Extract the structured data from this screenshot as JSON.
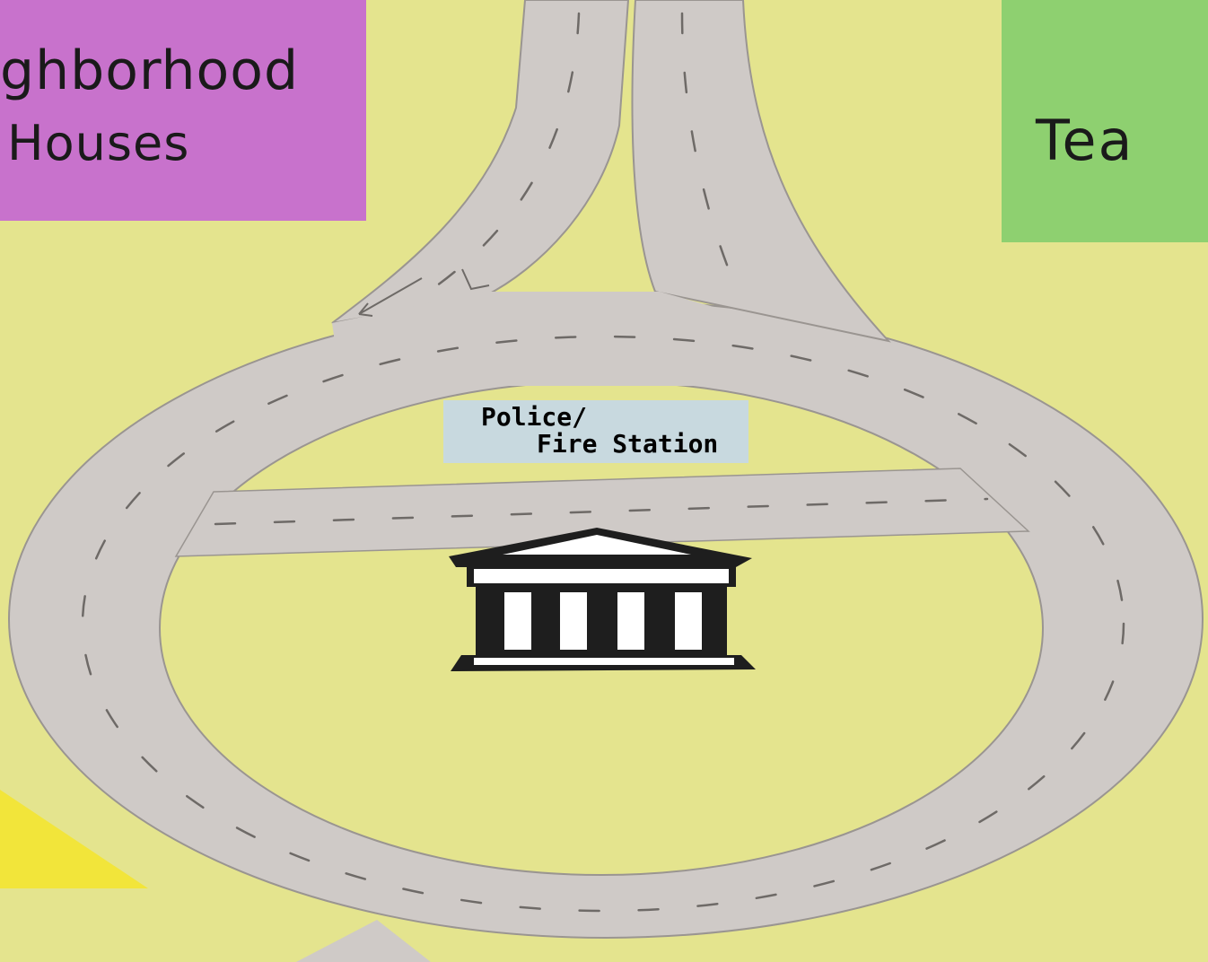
{
  "labels": {
    "neighborhood_line1": "ghborhood",
    "neighborhood_line2": "Houses",
    "tea": "Tea",
    "station_line1": "Police/",
    "station_line2": "Fire Station"
  },
  "colors": {
    "background": "#e4e48e",
    "road": "#cfcac7",
    "neighborhood_note": "#c872cc",
    "tea_note": "#8ed070",
    "station_label": "#c8d9df",
    "yellow_note": "#f2e53a"
  },
  "icons": {
    "station_building": "classical-building-icon"
  }
}
